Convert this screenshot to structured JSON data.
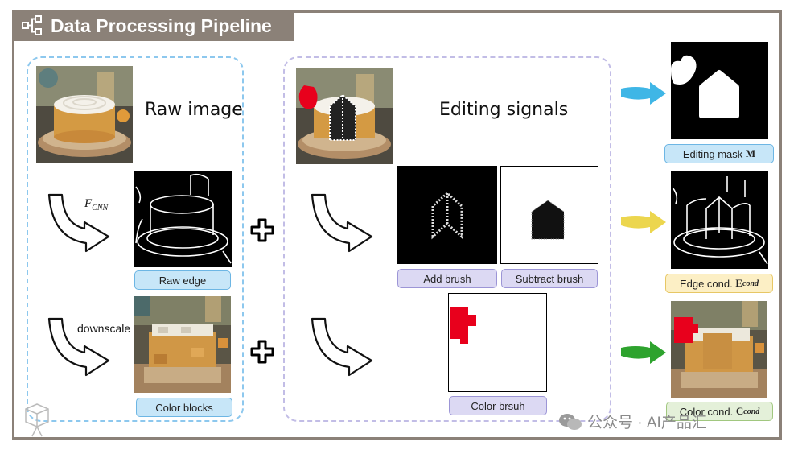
{
  "header": {
    "title": "Data Processing Pipeline"
  },
  "left_panel": {
    "raw_image_label": "Raw image",
    "fcnn_label": "F",
    "fcnn_sub": "CNN",
    "downscale_label": "downscale",
    "raw_edge_label": "Raw edge",
    "color_blocks_label": "Color blocks"
  },
  "middle_panel": {
    "editing_signals_label": "Editing signals",
    "add_brush_label": "Add brush",
    "subtract_brush_label": "Subtract brush",
    "color_brush_label": "Color brsuh"
  },
  "right_column": {
    "editing_mask_label": "Editing mask",
    "editing_mask_symbol": "M",
    "edge_cond_label": "Edge cond.",
    "edge_cond_symbol": "E",
    "edge_cond_sub": "cond",
    "color_cond_label": "Color cond.",
    "color_cond_symbol": "C",
    "color_cond_sub": "cond"
  },
  "watermark": {
    "text": "公众号 · AI产品汇"
  },
  "colors": {
    "frame": "#8b8178",
    "left_panel_border": "#8dc8ee",
    "middle_panel_border": "#c2bde6",
    "arrow_blue": "#3fb6e6",
    "arrow_yellow": "#ecd64e",
    "arrow_green": "#2ea32e",
    "brush_red": "#e8001c"
  }
}
